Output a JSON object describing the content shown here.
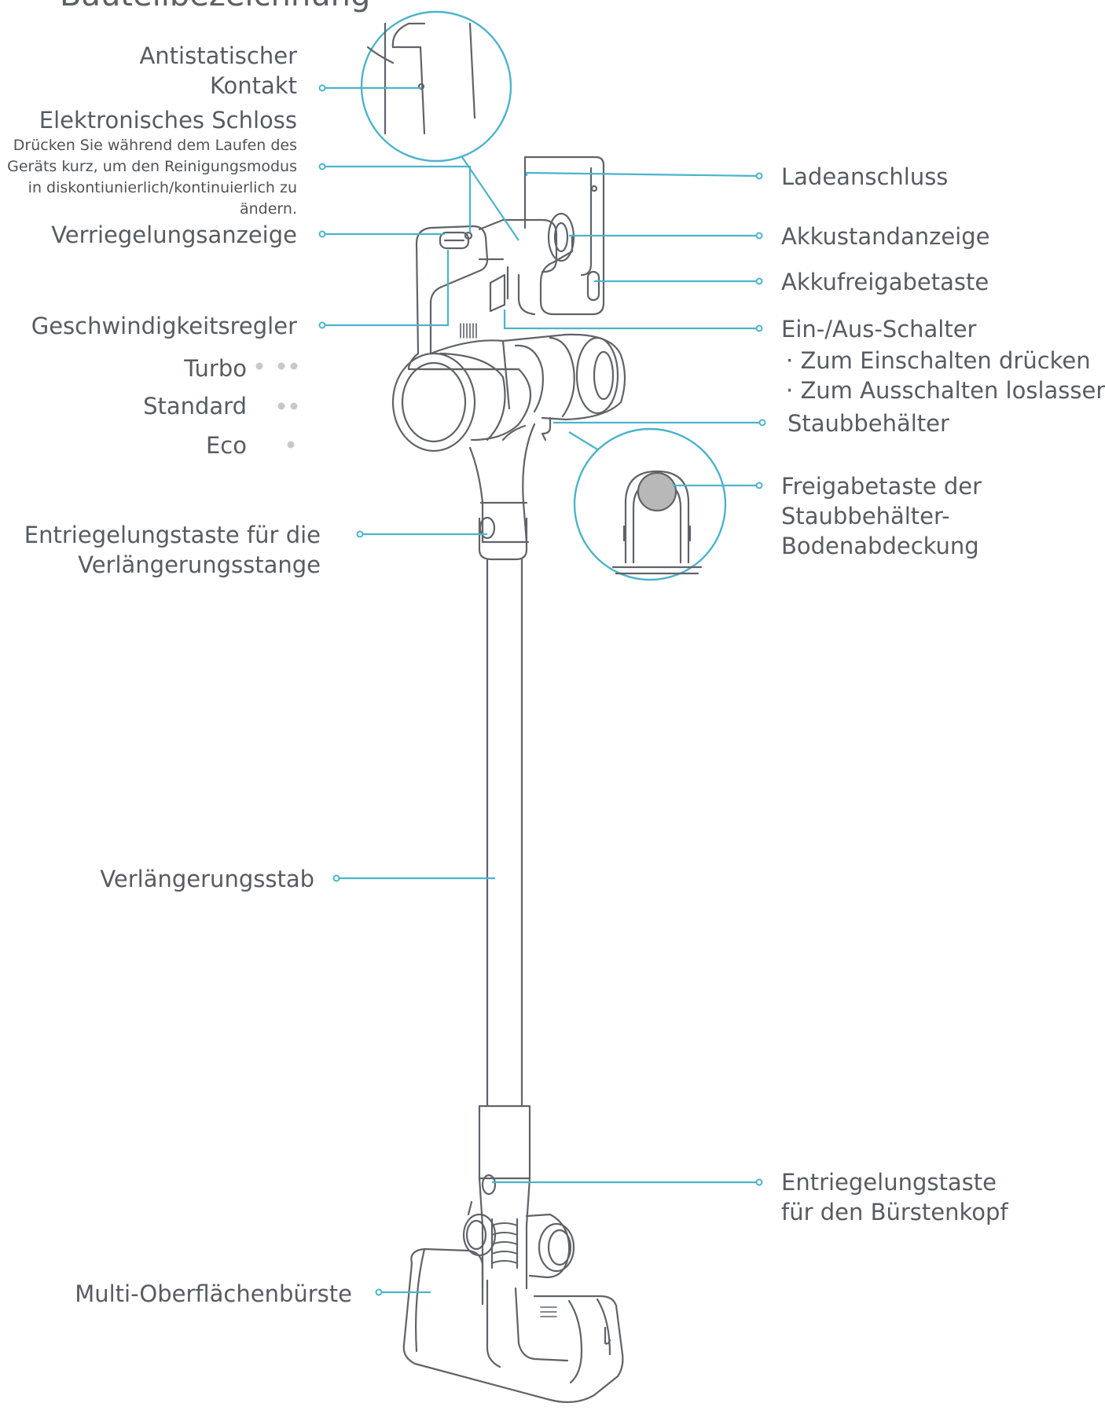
{
  "title": "Bauteilbezeichnung",
  "colors": {
    "accent": "#4cb3cc",
    "line": "#5f6368",
    "text": "#575c62",
    "speed_dot": "#c8c8c8",
    "button_fill": "#b8b8b8"
  },
  "labels": {
    "antistatic_contact": [
      "Antistatischer",
      "Kontakt"
    ],
    "electronic_lock": "Elektronisches Schloss",
    "electronic_lock_desc": [
      "Drücken Sie während dem Laufen des",
      "Geräts kurz, um den Reinigungsmodus",
      "in diskontiunierlich/kontinuierlich zu",
      "ändern."
    ],
    "lock_indicator": "Verriegelungsanzeige",
    "speed_control": "Geschwindigkeitsregler",
    "speeds": [
      "Turbo",
      "Standard",
      "Eco"
    ],
    "extension_release": [
      "Entriegelungstaste für die",
      "Verlängerungsstange"
    ],
    "extension_rod": "Verlängerungsstab",
    "multi_brush": "Multi-Oberflächenbürste",
    "charging_port": "Ladeanschluss",
    "battery_indicator": "Akkustandanzeige",
    "battery_release": "Akkufreigabetaste",
    "power_switch": "Ein-/Aus-Schalter",
    "power_switch_notes": [
      "Zum Einschalten drücken",
      "Zum Ausschalten loslassen"
    ],
    "dust_bin": "Staubbehälter",
    "dust_cover_release": [
      "Freigabetaste der",
      "Staubbehälter-",
      "Bodenabdeckung"
    ],
    "brush_release": [
      "Entriegelungstaste",
      "für den Bürstenkopf"
    ]
  }
}
